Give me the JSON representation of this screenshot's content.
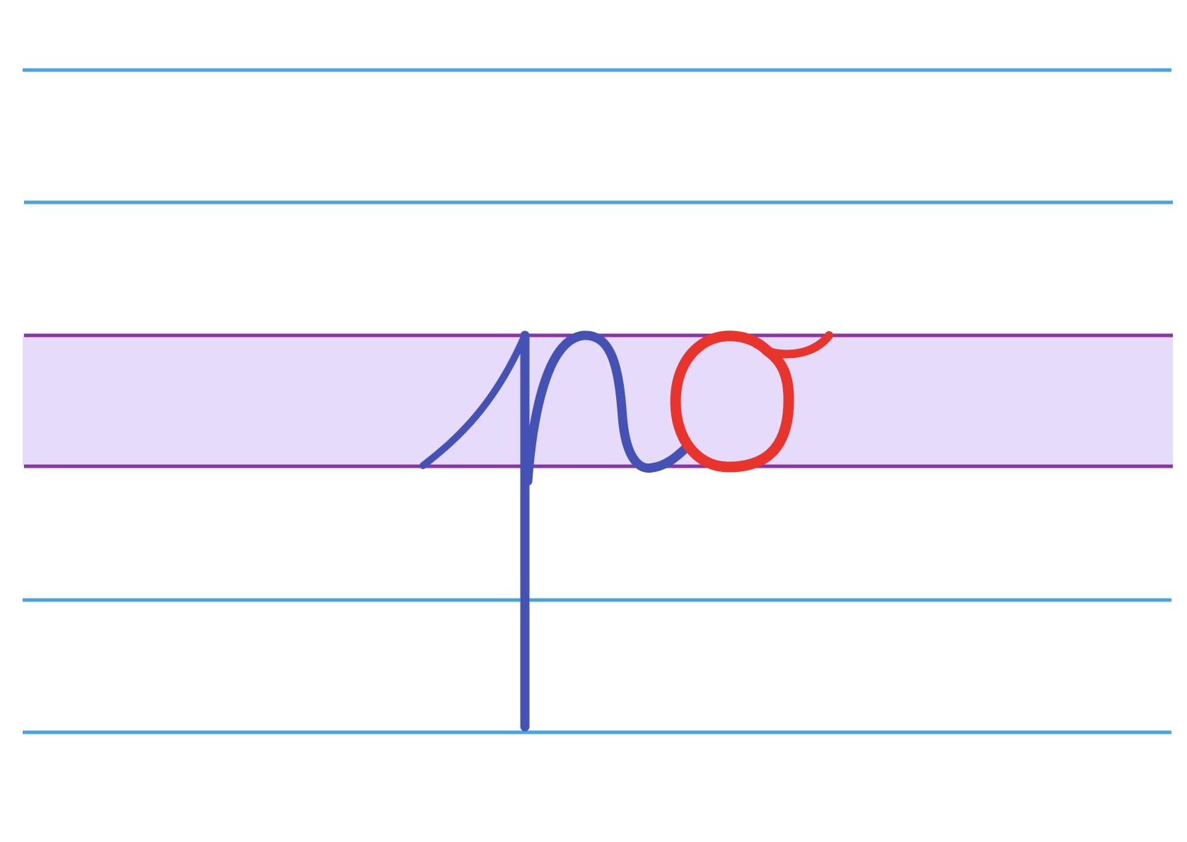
{
  "worksheet": {
    "kind": "cursive-handwriting-practice",
    "rows": 1,
    "guide_lines": [
      {
        "role": "ascender-line",
        "color": "#4aa3df"
      },
      {
        "role": "cap-line",
        "color": "#4aa3df"
      },
      {
        "role": "x-height-line",
        "color": "#8b35a5"
      },
      {
        "role": "baseline",
        "color": "#8b35a5"
      },
      {
        "role": "descender-line",
        "color": "#4aa3df"
      },
      {
        "role": "descender-bottom-line",
        "color": "#4aa3df"
      }
    ],
    "midzone_fill_color": "#e6dbfb",
    "letters": [
      {
        "letter": "p",
        "stroke_color": "#4451b5",
        "highlighted": false
      },
      {
        "letter": "o",
        "stroke_color": "#e8342b",
        "highlighted": true
      }
    ]
  }
}
